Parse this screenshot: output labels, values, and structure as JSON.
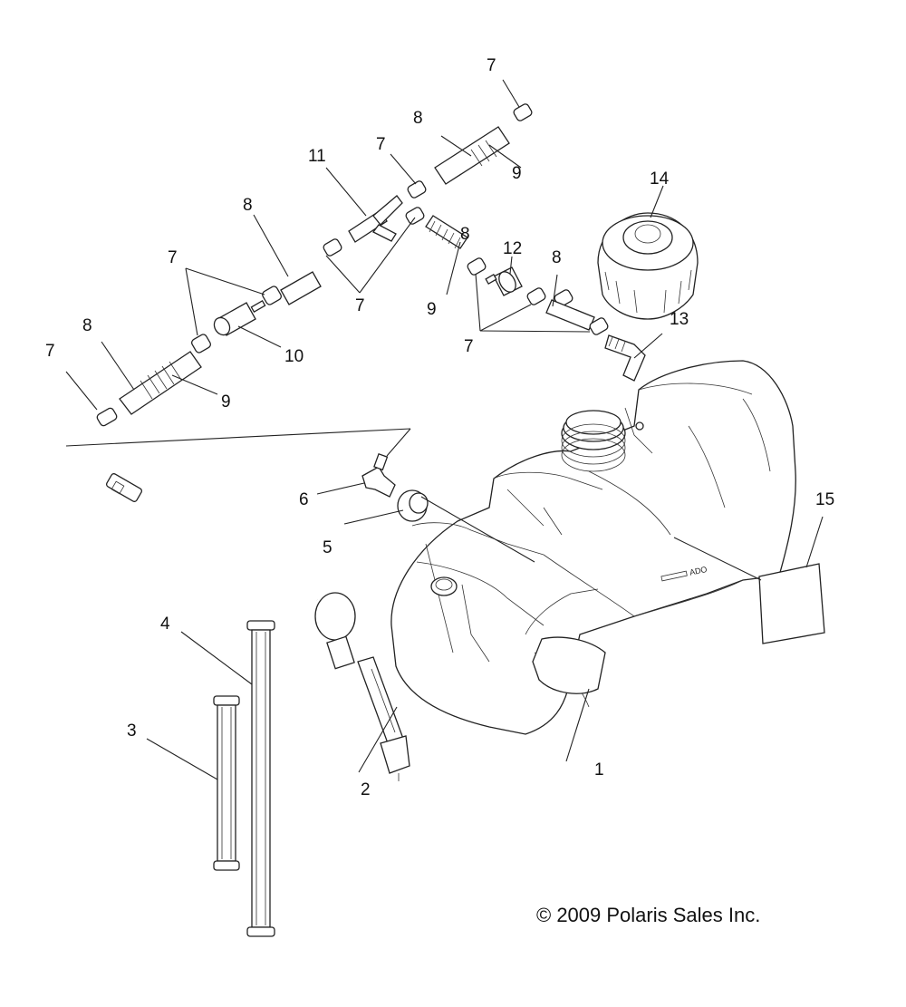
{
  "callouts": {
    "c1": "1",
    "c2": "2",
    "c3": "3",
    "c4": "4",
    "c5": "5",
    "c6": "6",
    "c7": "7",
    "c8": "8",
    "c9": "9",
    "c10": "10",
    "c11": "11",
    "c12": "12",
    "c13": "13",
    "c14": "14",
    "c15": "15"
  },
  "tank_marking": "ADO",
  "copyright": "© 2009 Polaris Sales Inc."
}
